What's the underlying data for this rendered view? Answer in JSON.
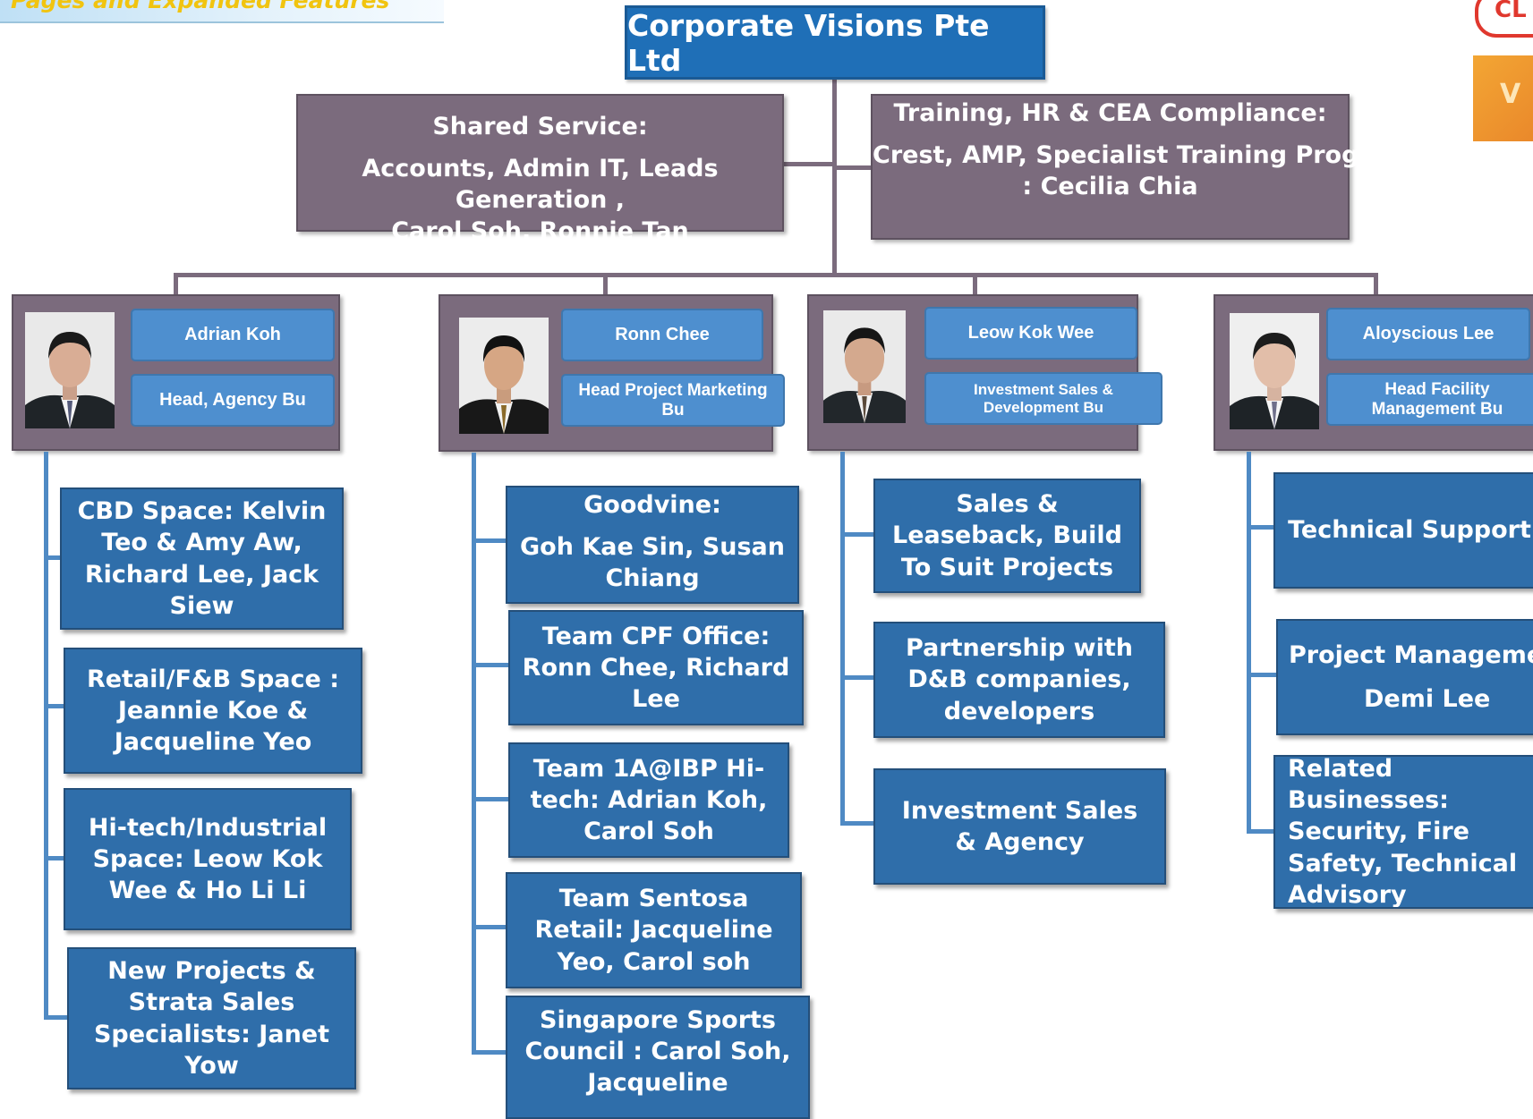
{
  "banner": {
    "text": "Pages and Expanded Features"
  },
  "corner": {
    "logo_text": "CL",
    "badge_text": "V"
  },
  "root": {
    "title": "Corporate Visions Pte Ltd"
  },
  "shared_service": {
    "line1": "Shared Service:",
    "line2": "Accounts, Admin  IT, Leads Generation ,",
    "line3": "Carol Soh, Ronnie Tan"
  },
  "training": {
    "line1": "Training, HR & CEA Compliance:",
    "line2": "Crest, AMP, Specialist  Training Program",
    "line3": ": Cecilia Chia"
  },
  "leaders": [
    {
      "name": "Adrian Koh",
      "role": "Head,  Agency Bu"
    },
    {
      "name": "Ronn Chee",
      "role": "Head Project Marketing Bu"
    },
    {
      "name": "Leow Kok Wee",
      "role": "Investment Sales & Development  Bu"
    },
    {
      "name": "Aloyscious Lee",
      "role": "Head Facility Management Bu"
    }
  ],
  "teams": {
    "agency": [
      "CBD Space: Kelvin Teo & Amy Aw, Richard Lee, Jack Siew",
      "Retail/F&B Space : Jeannie Koe & Jacqueline Yeo",
      "Hi-tech/Industrial Space: Leow Kok Wee & Ho Li Li",
      "New Projects & Strata Sales Specialists: Janet Yow"
    ],
    "project_marketing": [
      "Goodvine:",
      "Goh Kae Sin, Susan Chiang",
      "Team CPF Office: Ronn Chee, Richard Lee",
      "Team 1A@IBP Hi-tech: Adrian Koh, Carol Soh",
      "Team Sentosa Retail: Jacqueline Yeo, Carol soh",
      "Singapore Sports Council : Carol Soh, Jacqueline"
    ],
    "investment": [
      "Sales & Leaseback, Build To Suit Projects",
      "Partnership with D&B companies, developers",
      "Investment Sales & Agency"
    ],
    "facility": [
      "Technical Support",
      "Project Management",
      "Demi Lee",
      "Related Businesses: Security, Fire Safety, Technical Advisory"
    ]
  },
  "colors": {
    "root_blue": "#1f6fb7",
    "grey": "#7b6b7d",
    "pill_blue": "#4e8fcf",
    "team_blue": "#2f6eaa"
  }
}
